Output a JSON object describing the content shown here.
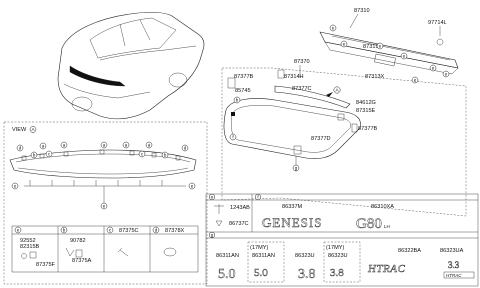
{
  "view_label": "VIEW",
  "view_marker": "A",
  "parts": {
    "p87310": "87310",
    "p97714L": "97714L",
    "p87319": "87319",
    "p87313X": "87313X",
    "p87370": "87370",
    "p87377B_a": "87377B",
    "p87314H": "87314H",
    "p85745": "85745",
    "p87377C_top": "87377C",
    "p84612G": "84612G",
    "p87315E": "87315E",
    "p87377B_b": "87377B",
    "p87377D": "87377D",
    "p92552": "92552",
    "p82315B": "82315B",
    "p87375F": "87375F",
    "p90782": "90782",
    "p87375A": "87375A",
    "p87375C": "87375C",
    "p87378X": "87378X",
    "p1243AB": "1243AB",
    "p86337M": "86337M",
    "p86310XA": "86310XA",
    "p86737C": "86737C",
    "p86311AN_a": "86311AN",
    "p86311AN_b": "86311AN",
    "p86323U_a": "86323U",
    "p86323U_b": "86323U",
    "p86322BA": "86322BA",
    "p86323UA": "86323UA",
    "my17_a": "(17MY)",
    "my17_b": "(17MY)"
  },
  "emblems": {
    "genesis": "GENESIS",
    "g80": "G80",
    "g80_suffix": "LH",
    "n50": "5.0",
    "n50_small": "5.0",
    "n38": "3.8",
    "n38_small": "3.8",
    "htrac": "HTRAC",
    "v33": "3.3",
    "htrac_small": "HTRAC"
  },
  "callouts": {
    "a": "a",
    "b": "b",
    "c": "c",
    "d": "d",
    "e": "e",
    "f": "f",
    "g": "g",
    "A": "A"
  }
}
